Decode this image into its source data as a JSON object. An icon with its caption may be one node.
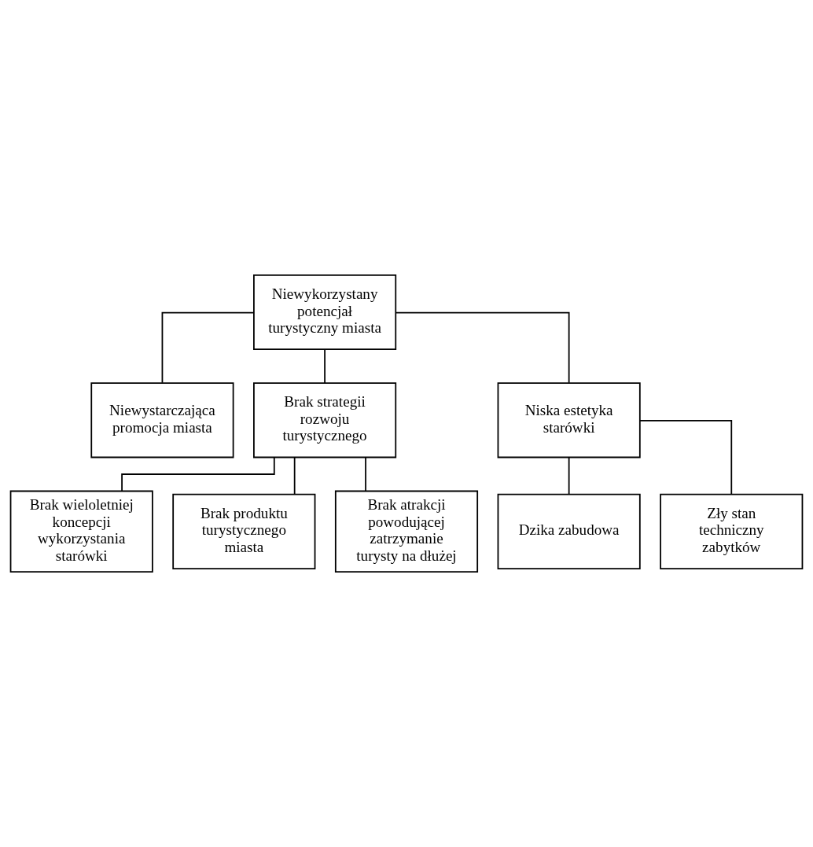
{
  "diagram": {
    "nodes": [
      {
        "text": [
          "Niewykorzystany potencjał turystyczny miasta"
        ]
      },
      {
        "text": [
          "Niewystarczająca promocja miasta"
        ]
      },
      {
        "text": [
          "Brak strategii rozwoju turystycznego"
        ]
      },
      {
        "text": [
          "Niska estetyka starówki"
        ]
      },
      {
        "text": [
          "Brak wieloletniej koncepcji wykorzystania starówki"
        ]
      },
      {
        "text": [
          "Brak produktu turystycznego miasta"
        ]
      },
      {
        "text": [
          "Brak atrakcji powodującej zatrzymanie turysty na dłużej"
        ]
      },
      {
        "text": [
          "Dzika zabudowa"
        ]
      },
      {
        "text": [
          "Zły stan techniczny zabytków"
        ]
      }
    ],
    "edges": [
      {
        "from": 0,
        "to": 1,
        "arrow": "none"
      },
      {
        "from": 0,
        "to": 2,
        "arrow": "none"
      },
      {
        "from": 0,
        "to": 3,
        "arrow": "none"
      },
      {
        "from": 2,
        "to": 4,
        "arrow": "none"
      },
      {
        "from": 2,
        "to": 5,
        "arrow": "none"
      },
      {
        "from": 2,
        "to": 6,
        "arrow": "none"
      },
      {
        "from": 3,
        "to": 7,
        "arrow": "none"
      },
      {
        "from": 3,
        "to": 8,
        "arrow": "none"
      }
    ]
  }
}
